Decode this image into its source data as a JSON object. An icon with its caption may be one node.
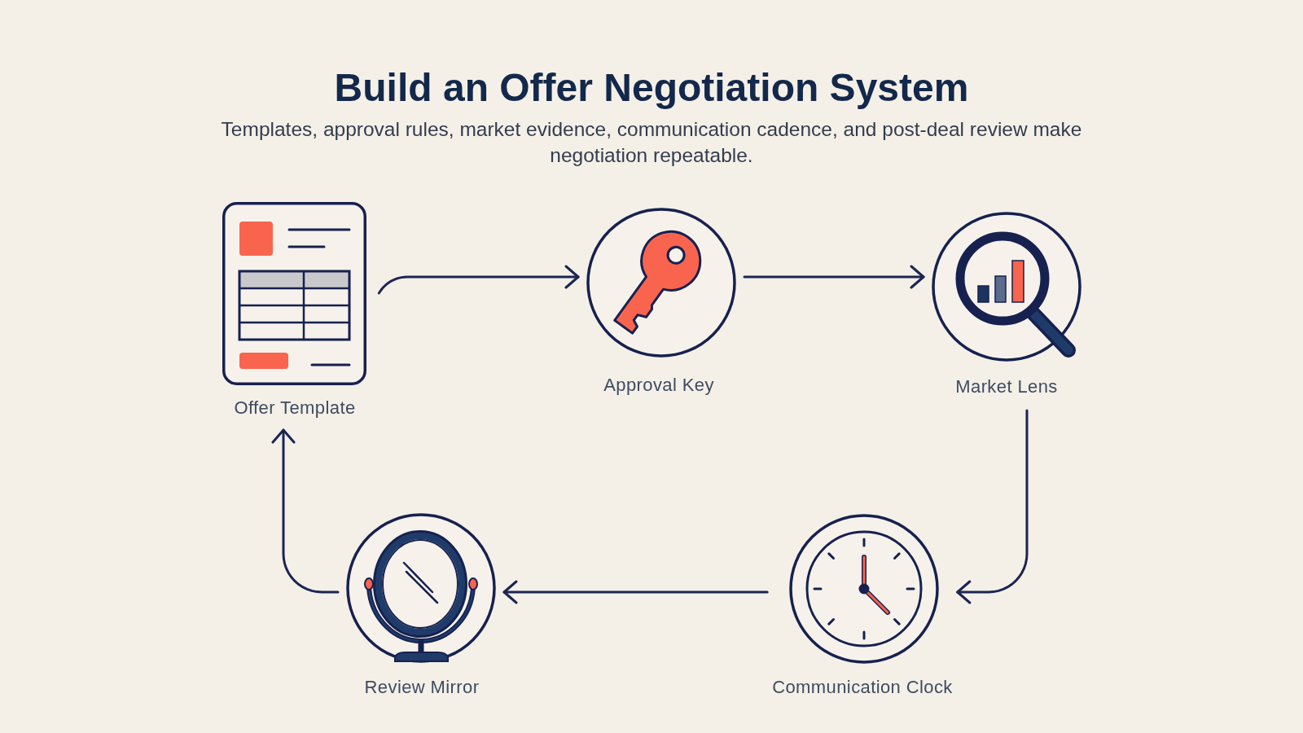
{
  "diagram": {
    "title": "Build an Offer Negotiation System",
    "caption": "Templates, approval rules, market evidence, communication cadence, and post-deal review make negotiation repeatable.",
    "nodes": [
      {
        "text": [
          "Offer Template"
        ]
      },
      {
        "text": [
          "Approval Key"
        ]
      },
      {
        "text": [
          "Market Lens"
        ]
      },
      {
        "text": [
          "Review Mirror"
        ]
      },
      {
        "text": [
          "Communication Clock"
        ]
      }
    ],
    "edges": [
      {
        "from": 0,
        "to": 1,
        "arrow": "to"
      },
      {
        "from": 1,
        "to": 2,
        "arrow": "to"
      },
      {
        "from": 2,
        "to": 4,
        "arrow": "to"
      },
      {
        "from": 4,
        "to": 3,
        "arrow": "to"
      },
      {
        "from": 3,
        "to": 0,
        "arrow": "to"
      }
    ]
  }
}
